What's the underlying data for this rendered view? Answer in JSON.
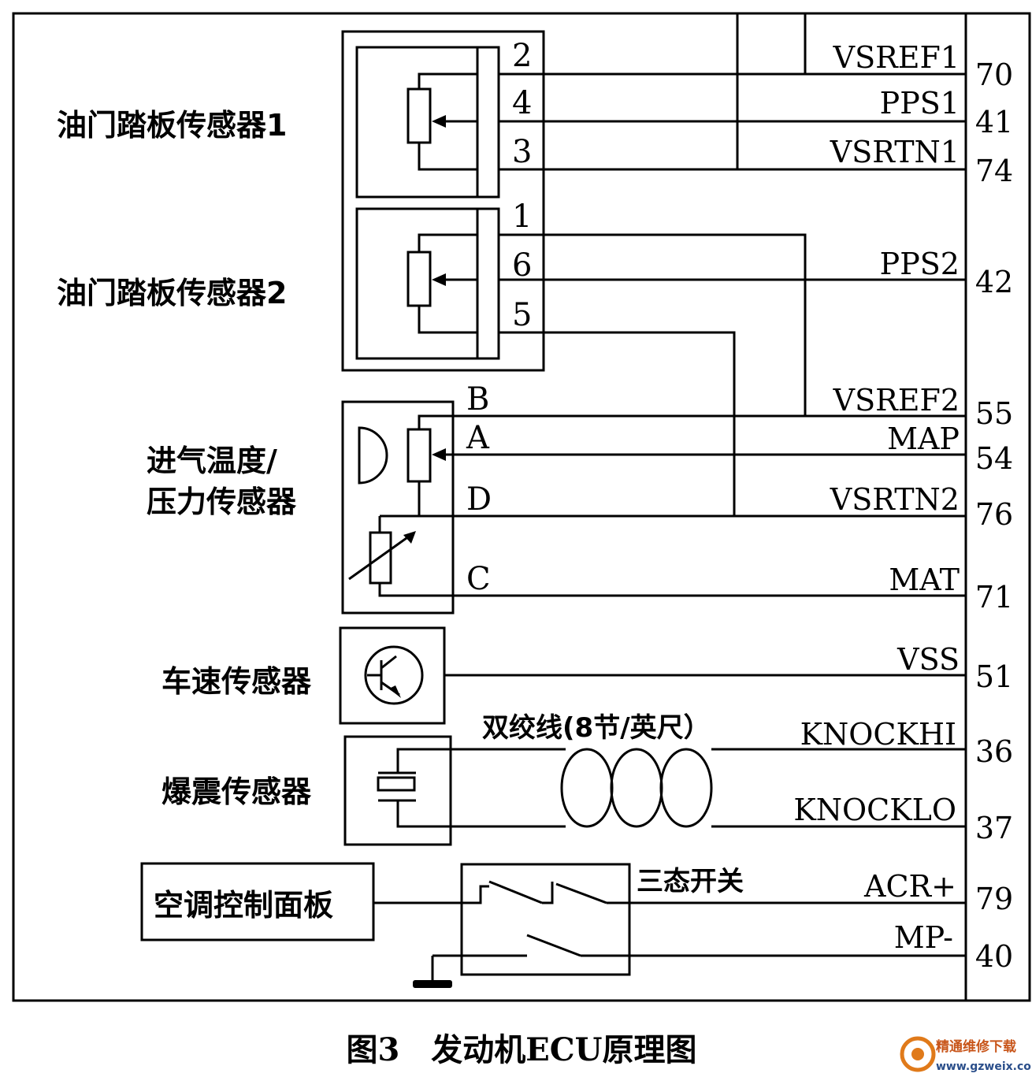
{
  "sensors": {
    "pedal1": "油门踏板传感器1",
    "pedal2": "油门踏板传感器2",
    "intake_line1": "进气温度/",
    "intake_line2": "压力传感器",
    "vss": "车速传感器",
    "knock": "爆震传感器"
  },
  "ac_panel": "空调控制面板",
  "twisted_pair": "双绞线(8节/英尺）",
  "tri_switch": "三态开关",
  "connector_pins": {
    "p2": "2",
    "p4": "4",
    "p3": "3",
    "p1": "1",
    "p6": "6",
    "p5": "5",
    "pB": "B",
    "pA": "A",
    "pD": "D",
    "pC": "C"
  },
  "signals": [
    {
      "name": "VSREF1",
      "pin": "70"
    },
    {
      "name": "PPS1",
      "pin": "41"
    },
    {
      "name": "VSRTN1",
      "pin": "74"
    },
    {
      "name": "PPS2",
      "pin": "42"
    },
    {
      "name": "VSREF2",
      "pin": "55"
    },
    {
      "name": "MAP",
      "pin": "54"
    },
    {
      "name": "VSRTN2",
      "pin": "76"
    },
    {
      "name": "MAT",
      "pin": "71"
    },
    {
      "name": "VSS",
      "pin": "51"
    },
    {
      "name": "KNOCKHI",
      "pin": "36"
    },
    {
      "name": "KNOCKLO",
      "pin": "37"
    },
    {
      "name": "ACR+",
      "pin": "79"
    },
    {
      "name": "MP-",
      "pin": "40"
    }
  ],
  "caption": "图3　发动机ECU原理图",
  "watermark": {
    "name": "精通维修下载",
    "url": "www.gzweix.com"
  }
}
